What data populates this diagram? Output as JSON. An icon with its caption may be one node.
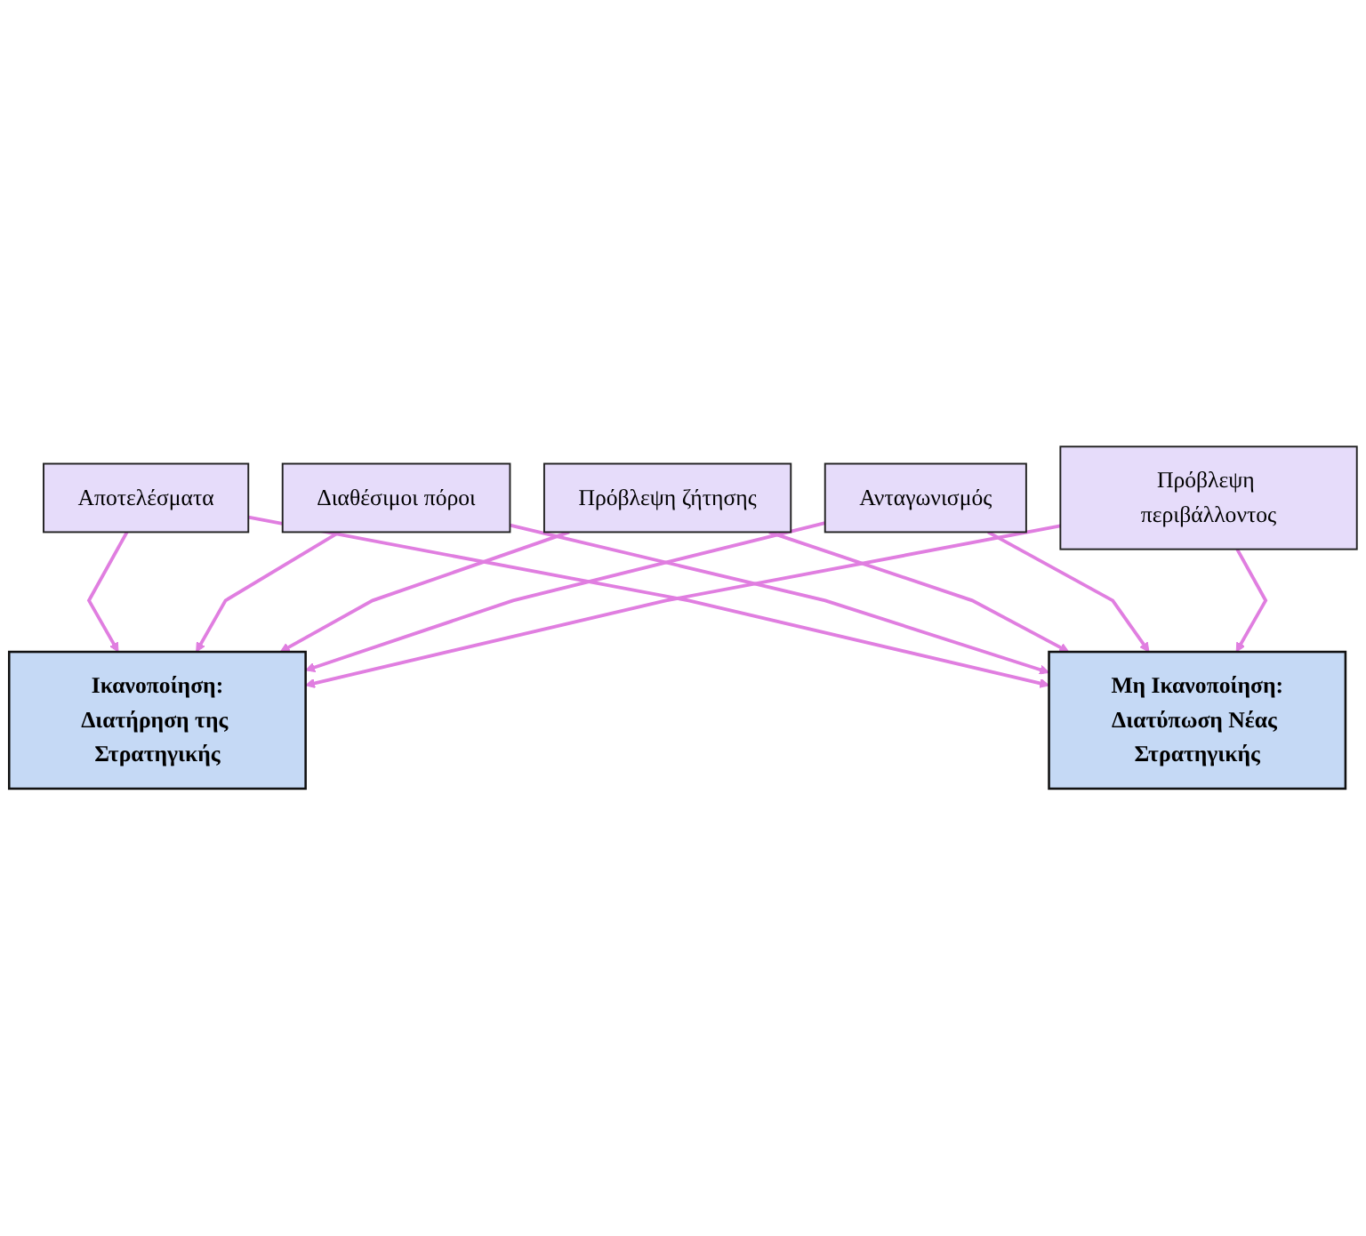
{
  "diagram": {
    "nodes": [
      {
        "text": [
          "Αποτελέσματα"
        ]
      },
      {
        "text": [
          "Διαθέσιμοι πόροι"
        ]
      },
      {
        "text": [
          "Πρόβλεψη ζήτησης"
        ]
      },
      {
        "text": [
          "Ανταγωνισμός"
        ]
      },
      {
        "text": [
          "Πρόβλεψη περιβάλλοντος"
        ]
      },
      {
        "text": [
          "Ικανοποίηση:",
          "Διατήρηση της Στρατηγικής"
        ]
      },
      {
        "text": [
          "Μη Ικανοποίηση:",
          "Διατύπωση Νέας Στρατηγικής"
        ]
      }
    ],
    "edges": [
      {
        "from": 0,
        "to": 5,
        "arrow": "to"
      },
      {
        "from": 0,
        "to": 6,
        "arrow": "to"
      },
      {
        "from": 1,
        "to": 5,
        "arrow": "to"
      },
      {
        "from": 1,
        "to": 6,
        "arrow": "to"
      },
      {
        "from": 2,
        "to": 5,
        "arrow": "to"
      },
      {
        "from": 2,
        "to": 6,
        "arrow": "to"
      },
      {
        "from": 3,
        "to": 5,
        "arrow": "to"
      },
      {
        "from": 3,
        "to": 6,
        "arrow": "to"
      },
      {
        "from": 4,
        "to": 5,
        "arrow": "to"
      },
      {
        "from": 4,
        "to": 6,
        "arrow": "to"
      }
    ]
  }
}
